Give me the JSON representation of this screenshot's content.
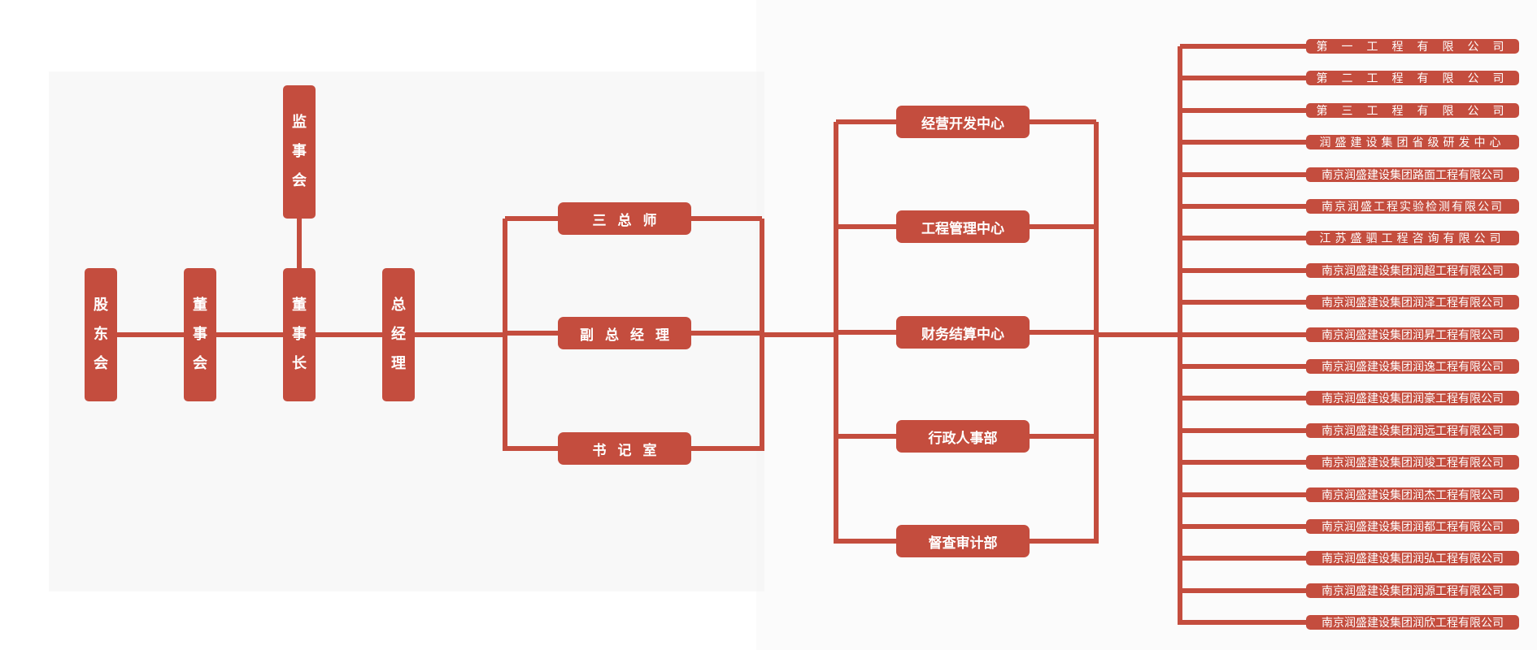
{
  "colors": {
    "accent": "#c44d3e",
    "background": "#ffffff"
  },
  "governance": {
    "shareholders": "股东会",
    "board": "董事会",
    "chairman": "董事长",
    "supervisors": "监事会",
    "general_manager": "总经理"
  },
  "executives": {
    "items": [
      "三总师",
      "副总经理",
      "书记室"
    ]
  },
  "centers": {
    "items": [
      "经营开发中心",
      "工程管理中心",
      "财务结算中心",
      "行政人事部",
      "督查审计部"
    ]
  },
  "companies": {
    "items": [
      "第一工程有限公司",
      "第二工程有限公司",
      "第三工程有限公司",
      "润盛建设集团省级研发中心",
      "南京润盛建设集团路面工程有限公司",
      "南京润盛工程实验检测有限公司",
      "江苏盛驷工程咨询有限公司",
      "南京润盛建设集团润超工程有限公司",
      "南京润盛建设集团润泽工程有限公司",
      "南京润盛建设集团润昇工程有限公司",
      "南京润盛建设集团润逸工程有限公司",
      "南京润盛建设集团润豪工程有限公司",
      "南京润盛建设集团润远工程有限公司",
      "南京润盛建设集团润竣工程有限公司",
      "南京润盛建设集团润杰工程有限公司",
      "南京润盛建设集团润都工程有限公司",
      "南京润盛建设集团润弘工程有限公司",
      "南京润盛建设集团润源工程有限公司",
      "南京润盛建设集团润欣工程有限公司"
    ]
  }
}
